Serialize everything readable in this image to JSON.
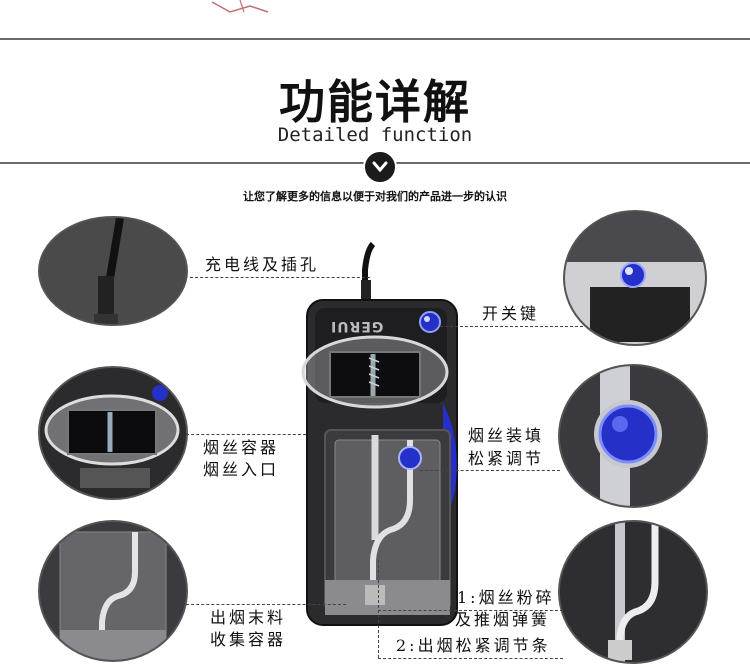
{
  "header": {
    "title": "功能详解",
    "subtitle": "Detailed function",
    "intro": "让您了解更多的信息以便于对我们的产品进一步的认识"
  },
  "device": {
    "brand_text": "GERUI"
  },
  "callouts": {
    "charging": "充电线及插孔",
    "switch": "开关键",
    "container_line1": "烟丝容器",
    "container_line2": "烟丝入口",
    "adjust_line1": "烟丝装填",
    "adjust_line2": "松紧调节",
    "collect_line1": "出烟末料",
    "collect_line2": "收集容器",
    "crush_line1": "1:烟丝粉碎",
    "crush_line2": "及推烟弹簧",
    "outlet": "2:出烟松紧调节条"
  },
  "colors": {
    "accent_blue": "#2430c8",
    "device_body": "#2b2b2e",
    "divider": "#6a6a6a"
  },
  "icons": [
    "chevron-down-icon"
  ]
}
